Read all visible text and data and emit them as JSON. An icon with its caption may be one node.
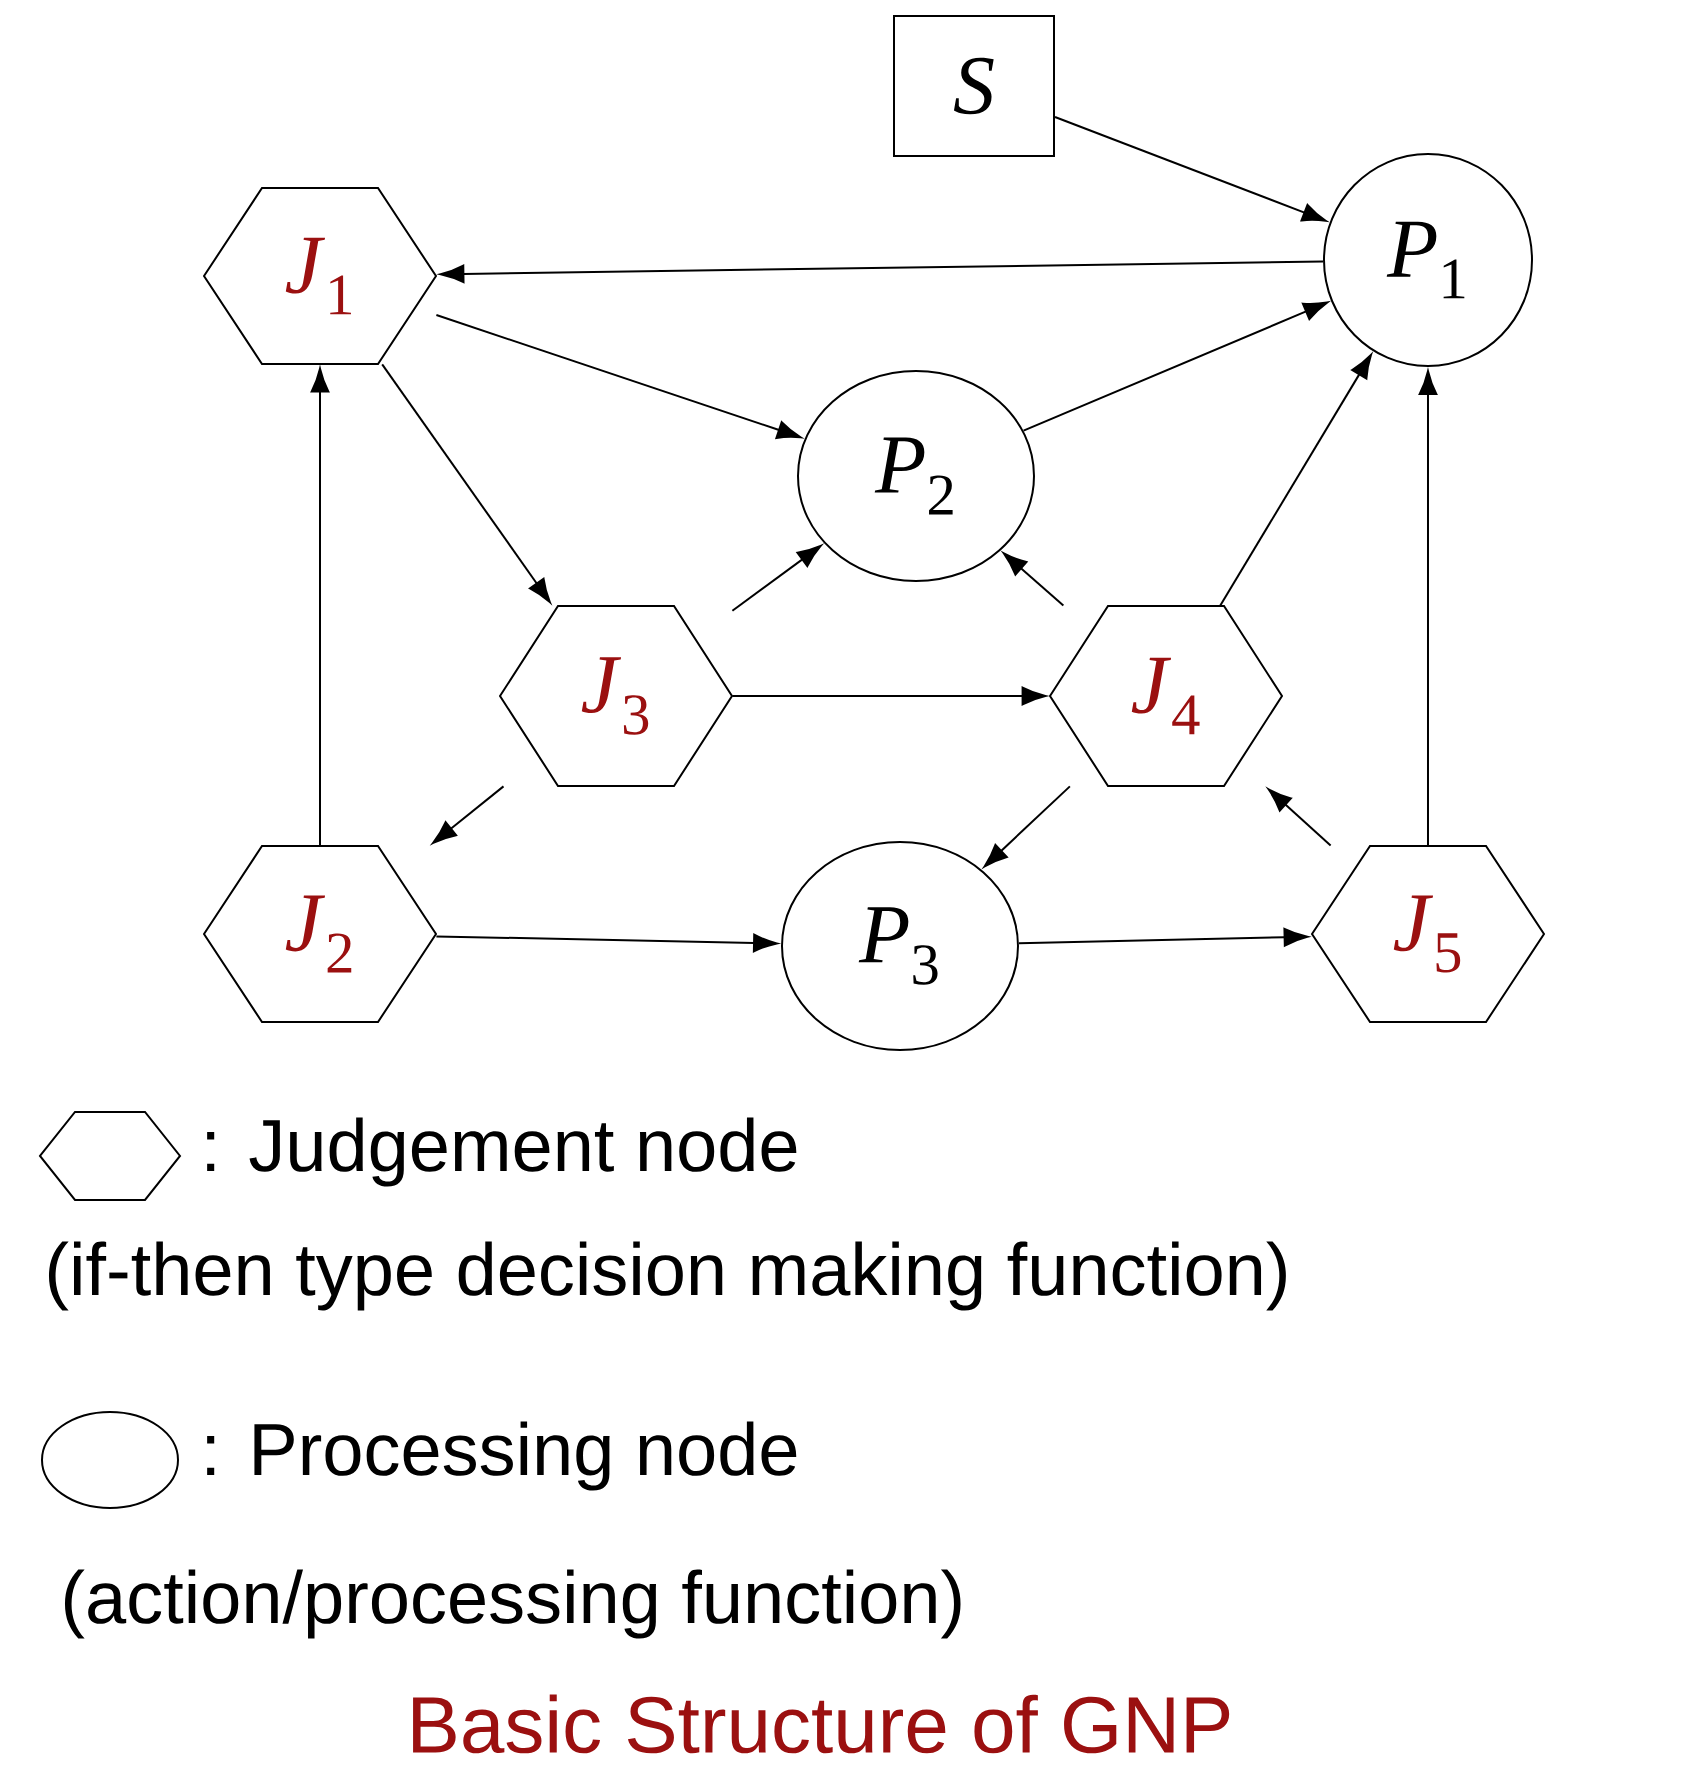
{
  "diagram": {
    "caption": "Basic Structure of GNP",
    "nodes": [
      {
        "text": [
          "S"
        ]
      },
      {
        "text": [
          "*P*$_{1}$"
        ]
      },
      {
        "text": [
          "*J*$_{1}$"
        ]
      },
      {
        "text": [
          "*P*$_{2}$"
        ]
      },
      {
        "text": [
          "*J*$_{3}$"
        ]
      },
      {
        "text": [
          "*J*$_{4}$"
        ]
      },
      {
        "text": [
          "*J*$_{2}$"
        ]
      },
      {
        "text": [
          "*P*$_{3}$"
        ]
      },
      {
        "text": [
          "*J*$_{5}$"
        ]
      }
    ],
    "edges": [
      {
        "from": 0,
        "to": 1,
        "arrow": "to"
      },
      {
        "from": 1,
        "to": 2,
        "arrow": "to"
      },
      {
        "from": 2,
        "to": 3,
        "arrow": "to"
      },
      {
        "from": 2,
        "to": 4,
        "arrow": "to"
      },
      {
        "from": 3,
        "to": 1,
        "arrow": "to"
      },
      {
        "from": 4,
        "to": 3,
        "arrow": "to"
      },
      {
        "from": 4,
        "to": 5,
        "arrow": "to"
      },
      {
        "from": 4,
        "to": 6,
        "arrow": "to"
      },
      {
        "from": 6,
        "to": 2,
        "arrow": "to"
      },
      {
        "from": 6,
        "to": 7,
        "arrow": "to"
      },
      {
        "from": 7,
        "to": 8,
        "arrow": "to"
      },
      {
        "from": 5,
        "to": 3,
        "arrow": "to"
      },
      {
        "from": 5,
        "to": 1,
        "arrow": "to"
      },
      {
        "from": 5,
        "to": 7,
        "arrow": "to"
      },
      {
        "from": 8,
        "to": 5,
        "arrow": "to"
      },
      {
        "from": 8,
        "to": 1,
        "arrow": "to"
      }
    ],
    "labels": [
      "(if-then type decision making function)",
      "(action/processing function)"
    ],
    "legend": [
      {
        "text": ": Judgement node"
      },
      {
        "text": ": Processing node"
      }
    ]
  }
}
